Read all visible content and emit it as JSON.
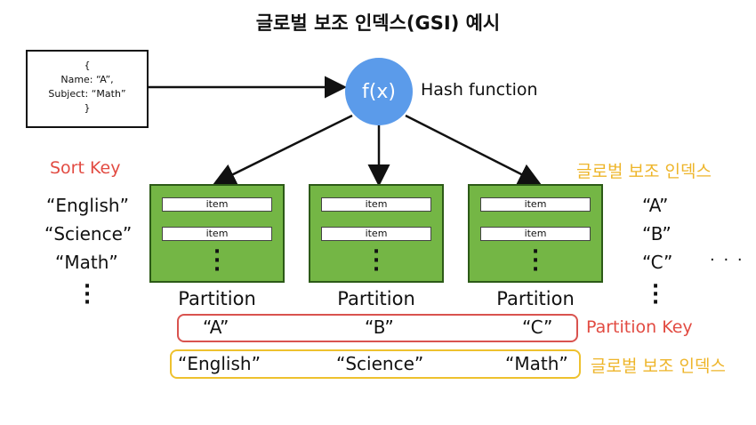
{
  "title": "글로벌 보조 인덱스(GSI) 예시",
  "document": {
    "lines": [
      "{",
      "Name: “A”,",
      "Subject: “Math”",
      "}"
    ]
  },
  "hash": {
    "symbol": "f(x)",
    "label": "Hash function"
  },
  "sort_key_label": "Sort Key",
  "sort_keys": [
    "“English”",
    "“Science”",
    "“Math”"
  ],
  "gsi_label_top": "글로벌 보조 인덱스",
  "gsi_values": [
    "“A”",
    "“B”",
    "“C”"
  ],
  "partitions": [
    {
      "name": "Partition",
      "items": [
        "item",
        "item"
      ]
    },
    {
      "name": "Partition",
      "items": [
        "item",
        "item"
      ]
    },
    {
      "name": "Partition",
      "items": [
        "item",
        "item"
      ]
    }
  ],
  "partition_keys": [
    "“A”",
    "“B”",
    "“C”"
  ],
  "partition_key_label": "Partition Key",
  "gsi_row_values": [
    "“English”",
    "“Science”",
    "“Math”"
  ],
  "gsi_label_bottom": "글로벌 보조 인덱스",
  "ellipsis_horizontal": "· · ·",
  "colors": {
    "partition_fill": "#74b645",
    "hash_circle": "#5b9bea",
    "partition_key_red": "#e24b42",
    "gsi_orange": "#eeb52a"
  }
}
